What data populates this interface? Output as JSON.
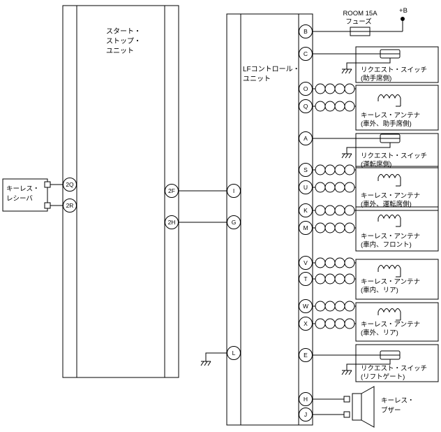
{
  "power": {
    "fuse_label_1": "ROOM 15A",
    "fuse_label_2": "フューズ",
    "plus_b_label": "+B"
  },
  "keyless_receiver": {
    "label_1": "キーレス・",
    "label_2": "レシーバ"
  },
  "start_stop_unit": {
    "label_1": "スタート・",
    "label_2": "ストップ・",
    "label_3": "ユニット",
    "terminals": {
      "q2": "2Q",
      "r2": "2R",
      "f2": "2F",
      "h2": "2H"
    }
  },
  "lf_control_unit": {
    "label_1": "LFコントロール・",
    "label_2": "ユニット",
    "terminals": {
      "i": "I",
      "g": "G",
      "l": "L",
      "b": "B",
      "c": "C",
      "o": "O",
      "q": "Q",
      "a": "A",
      "s": "S",
      "u": "U",
      "k": "K",
      "m": "M",
      "v": "V",
      "t": "T",
      "w": "W",
      "x": "X",
      "e": "E",
      "h": "H",
      "j": "J"
    }
  },
  "components": {
    "request_switch_passenger": {
      "label_1": "リクエスト・スイッチ",
      "label_2": "(助手席側)"
    },
    "antenna_outside_passenger": {
      "label_1": "キーレス・アンテナ",
      "label_2": "(車外、助手席側)"
    },
    "request_switch_driver": {
      "label_1": "リクエスト・スイッチ",
      "label_2": "(運転席側)"
    },
    "antenna_outside_driver": {
      "label_1": "キーレス・アンテナ",
      "label_2": "(車外、運転席側)"
    },
    "antenna_inside_front": {
      "label_1": "キーレス・アンテナ",
      "label_2": "(車内、フロント)"
    },
    "antenna_inside_rear": {
      "label_1": "キーレス・アンテナ",
      "label_2": "(車内、リア)"
    },
    "antenna_outside_rear": {
      "label_1": "キーレス・アンテナ",
      "label_2": "(車外、リア)"
    },
    "request_switch_liftgate": {
      "label_1": "リクエスト・スイッチ",
      "label_2": "(リフトゲート)"
    },
    "keyless_buzzer": {
      "label_1": "キーレス・",
      "label_2": "ブザー"
    }
  },
  "colors": {
    "line": "#000000",
    "background": "#ffffff"
  }
}
